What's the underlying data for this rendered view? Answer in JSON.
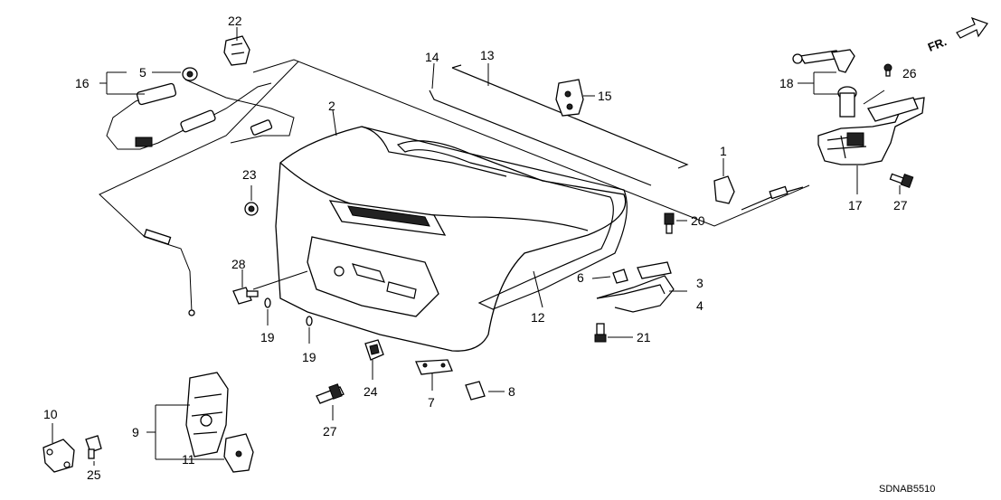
{
  "diagram": {
    "direction_label": "FR.",
    "diagram_code": "SDNAB5510",
    "callouts": [
      {
        "id": "c1",
        "text": "1"
      },
      {
        "id": "c2",
        "text": "2"
      },
      {
        "id": "c3",
        "text": "3"
      },
      {
        "id": "c4",
        "text": "4"
      },
      {
        "id": "c5",
        "text": "5"
      },
      {
        "id": "c6",
        "text": "6"
      },
      {
        "id": "c7",
        "text": "7"
      },
      {
        "id": "c8",
        "text": "8"
      },
      {
        "id": "c9",
        "text": "9"
      },
      {
        "id": "c10",
        "text": "10"
      },
      {
        "id": "c11",
        "text": "11"
      },
      {
        "id": "c12",
        "text": "12"
      },
      {
        "id": "c13",
        "text": "13"
      },
      {
        "id": "c14",
        "text": "14"
      },
      {
        "id": "c15",
        "text": "15"
      },
      {
        "id": "c16",
        "text": "16"
      },
      {
        "id": "c17",
        "text": "17"
      },
      {
        "id": "c18",
        "text": "18"
      },
      {
        "id": "c19a",
        "text": "19"
      },
      {
        "id": "c19b",
        "text": "19"
      },
      {
        "id": "c20",
        "text": "20"
      },
      {
        "id": "c21",
        "text": "21"
      },
      {
        "id": "c22",
        "text": "22"
      },
      {
        "id": "c23",
        "text": "23"
      },
      {
        "id": "c24",
        "text": "24"
      },
      {
        "id": "c25",
        "text": "25"
      },
      {
        "id": "c26",
        "text": "26"
      },
      {
        "id": "c27a",
        "text": "27"
      },
      {
        "id": "c27b",
        "text": "27"
      },
      {
        "id": "c28",
        "text": "28"
      }
    ]
  }
}
